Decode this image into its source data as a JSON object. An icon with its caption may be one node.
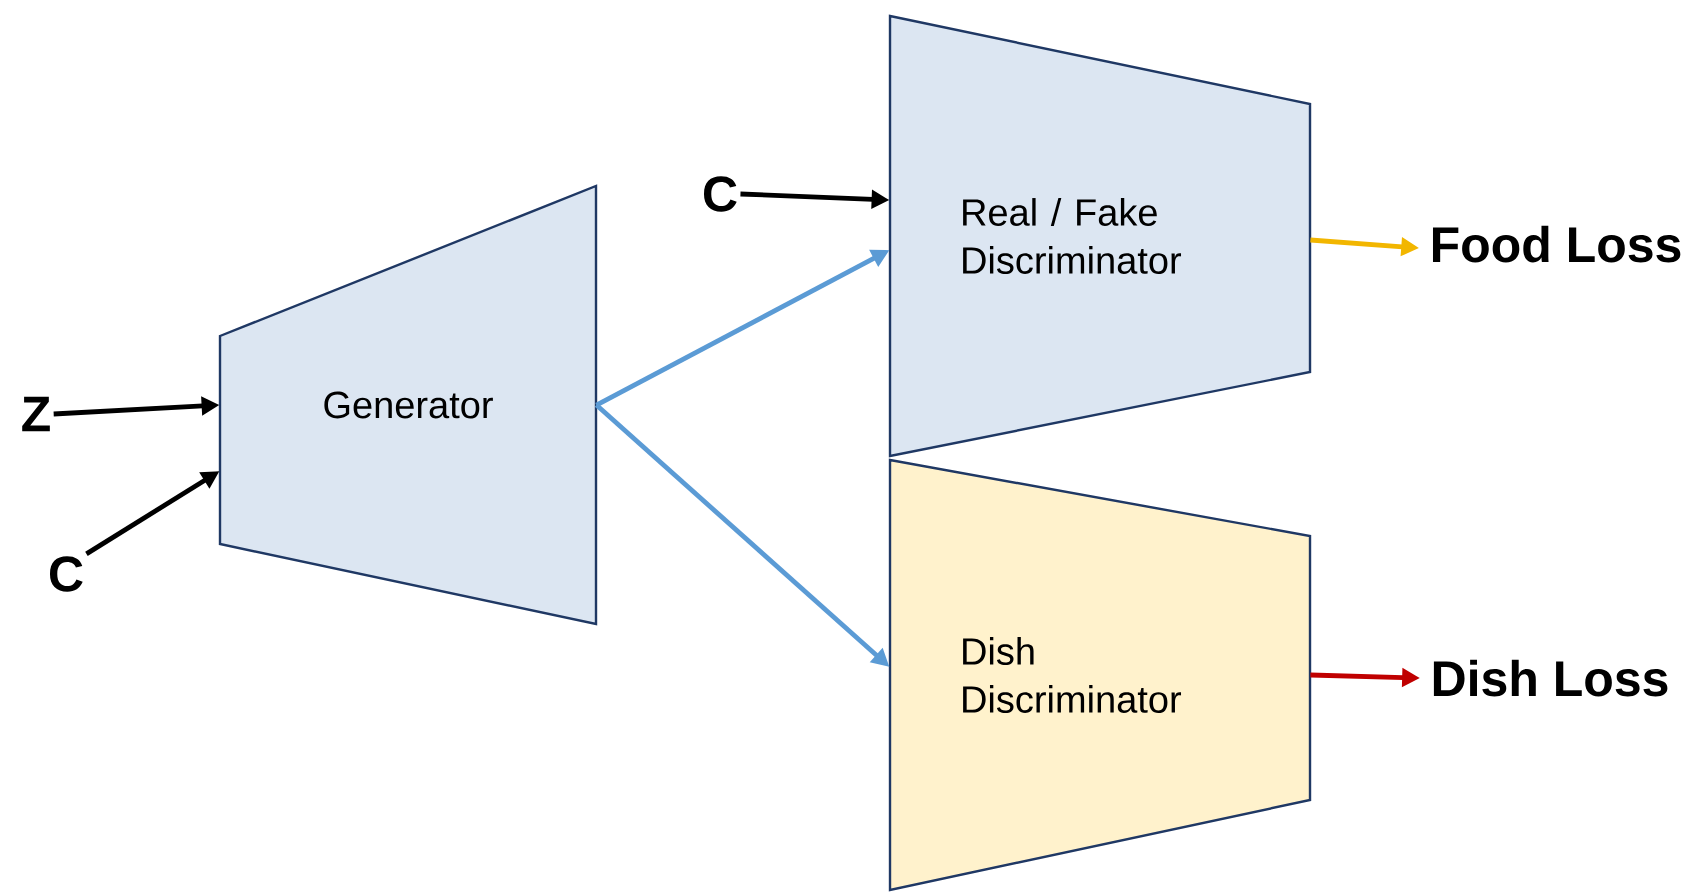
{
  "diagram": {
    "nodes": [
      {
        "text": [
          "Z"
        ]
      },
      {
        "text": [
          "C"
        ]
      },
      {
        "text": [
          "Generator"
        ]
      },
      {
        "text": [
          "C"
        ]
      },
      {
        "text": [
          "Real / Fake Discriminator"
        ]
      },
      {
        "text": [
          "Food Loss"
        ]
      },
      {
        "text": [
          "Dish Discriminator"
        ]
      },
      {
        "text": [
          "Dish Loss"
        ]
      }
    ],
    "edges": [
      {
        "from": 0,
        "to": 2,
        "arrow": "to"
      },
      {
        "from": 1,
        "to": 2,
        "arrow": "to"
      },
      {
        "from": 3,
        "to": 4,
        "arrow": "to"
      },
      {
        "from": 2,
        "to": 4,
        "arrow": "to",
        "color": "#5b9bd5"
      },
      {
        "from": 2,
        "to": 6,
        "arrow": "to",
        "color": "#5b9bd5"
      },
      {
        "from": 4,
        "to": 5,
        "arrow": "to",
        "color": "#f2b600"
      },
      {
        "from": 6,
        "to": 7,
        "arrow": "to",
        "color": "#c00000"
      }
    ]
  }
}
